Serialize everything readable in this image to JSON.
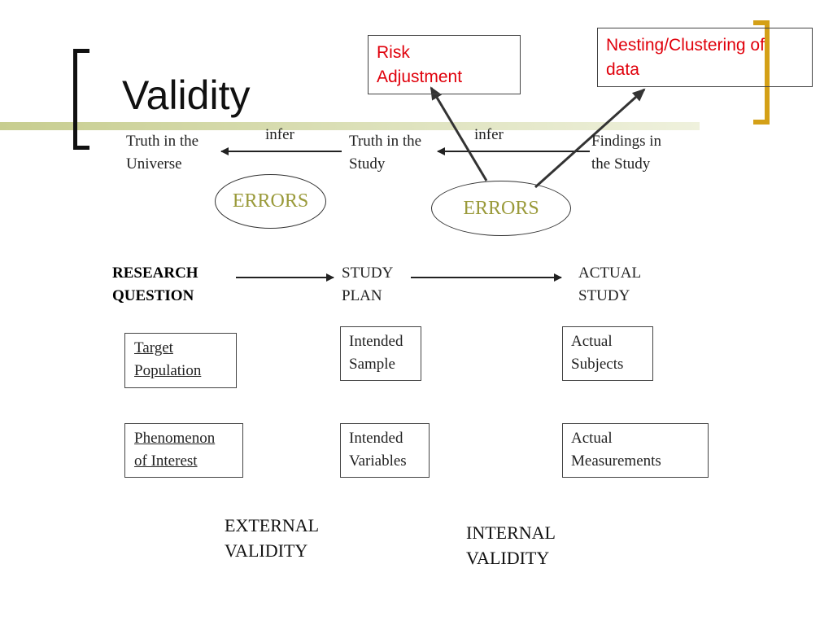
{
  "slide": {
    "title": "Validity",
    "top_diagram": {
      "truth_universe": "Truth in the\nUniverse",
      "truth_study": "Truth in the\nStudy",
      "findings": "Findings in\nthe Study",
      "infer_left": "infer",
      "infer_right": "infer",
      "errors_left": "ERRORS",
      "errors_right": "ERRORS",
      "risk_adjustment": "Risk\nAdjustment",
      "nesting": "Nesting/Clustering of\ndata"
    },
    "columns": {
      "research_question": "RESEARCH\nQUESTION",
      "study_plan": "STUDY\nPLAN",
      "actual_study": "ACTUAL\nSTUDY"
    },
    "boxes": {
      "target_population": "Target\nPopulation",
      "intended_sample": "Intended\nSample",
      "actual_subjects": "Actual\nSubjects",
      "phenomenon": "Phenomenon\nof Interest",
      "intended_variables": "Intended\nVariables",
      "actual_measurements": "Actual\nMeasurements"
    },
    "validity": {
      "external": "EXTERNAL\nVALIDITY",
      "internal": "INTERNAL\nVALIDITY"
    },
    "colors": {
      "accent_olive": "#c6cc8e",
      "bracket_gold": "#d4a017",
      "bracket_black": "#111111",
      "callout_red": "#e0000b",
      "errors_olive": "#9a9a3a"
    }
  }
}
